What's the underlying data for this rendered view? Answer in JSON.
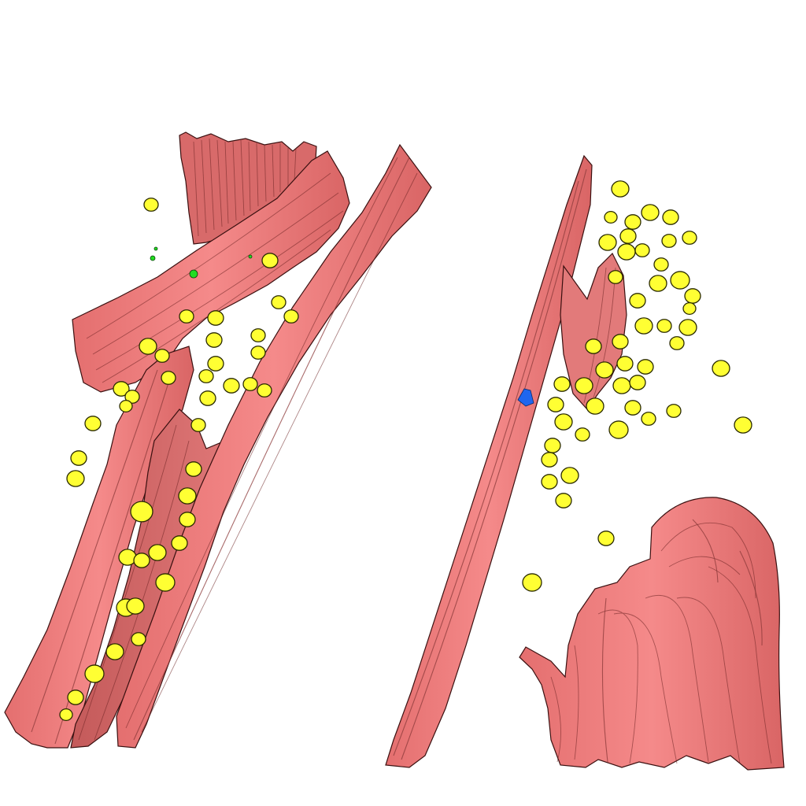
{
  "scene": {
    "background": "#ffffff",
    "colors": {
      "fiber": "#f08080",
      "fiber_dark": "#9a3a3a",
      "particle": "#ffff33",
      "marker_green": "#22dd22",
      "marker_blue": "#1f66ee"
    },
    "object_types": [
      "fiber-bundle",
      "yellow-particle",
      "green-marker",
      "blue-marker"
    ]
  }
}
